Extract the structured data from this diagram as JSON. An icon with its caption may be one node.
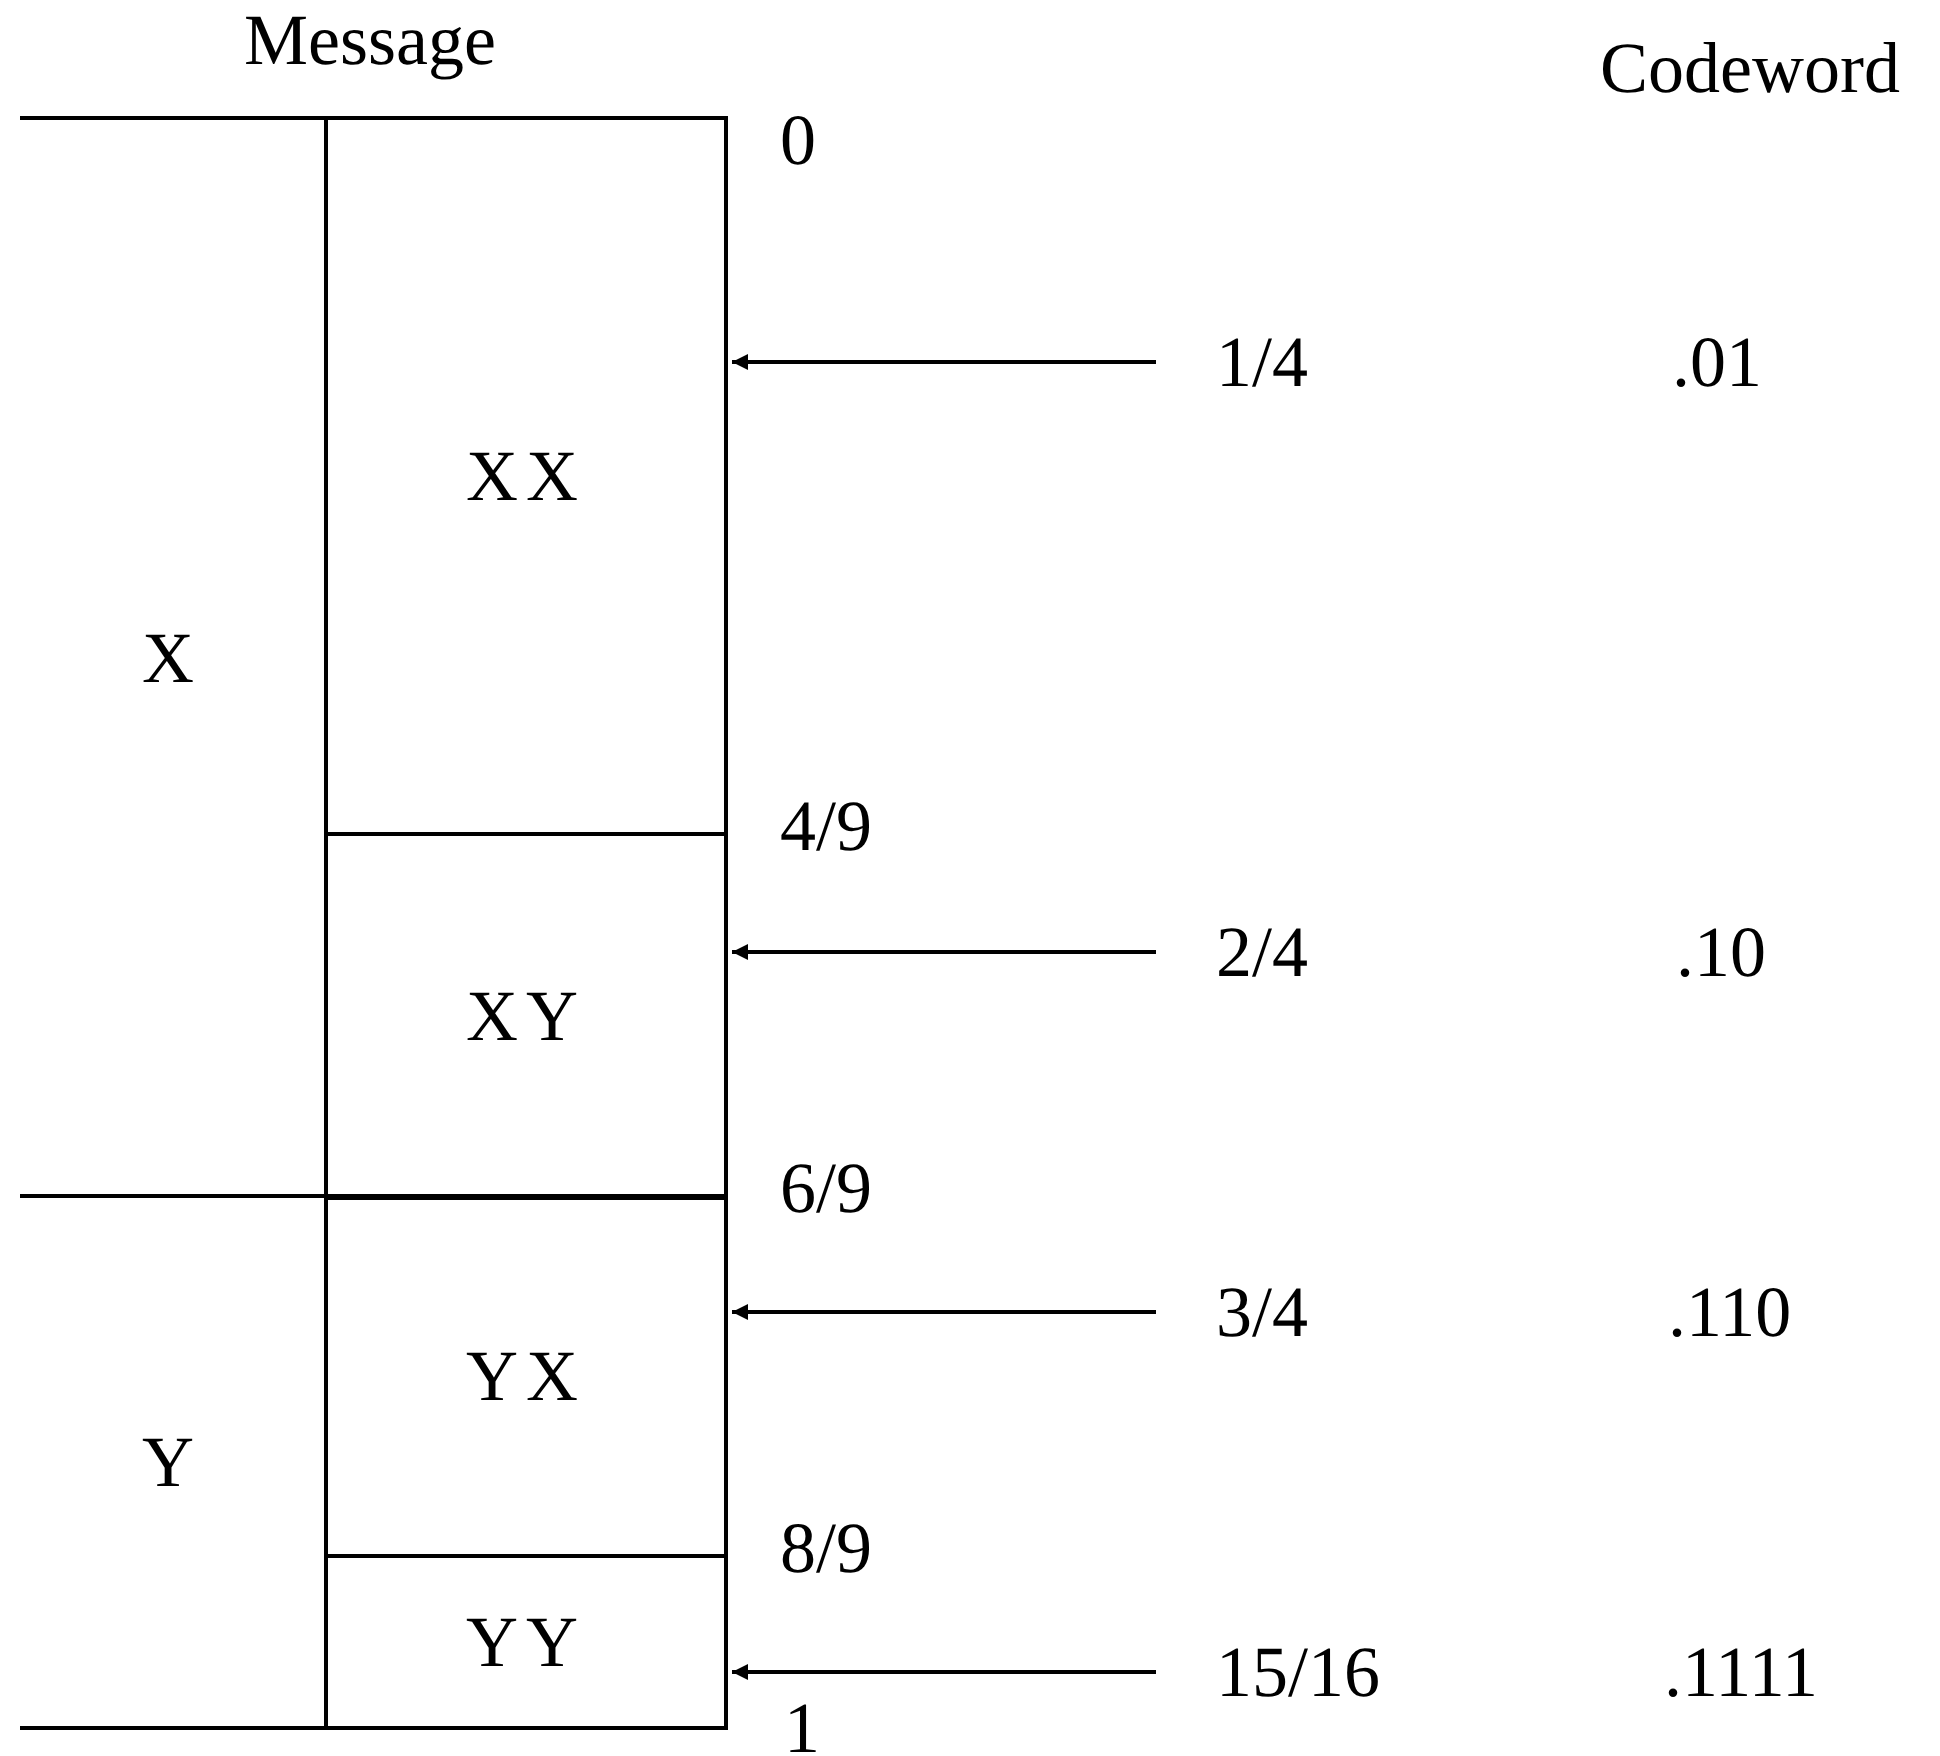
{
  "diagram": {
    "nodes": [
      {
        "text": [
          "X"
        ]
      },
      {
        "text": [
          "XX"
        ]
      },
      {
        "text": [
          "XY"
        ]
      },
      {
        "text": [
          "Y"
        ]
      },
      {
        "text": [
          "YX"
        ]
      },
      {
        "text": [
          "YY"
        ]
      },
      {
        "text": [
          "1/4"
        ]
      },
      {
        "text": [
          "2/4"
        ]
      },
      {
        "text": [
          "3/4"
        ]
      },
      {
        "text": [
          "15/16"
        ]
      }
    ],
    "edges": [
      {
        "from": 6,
        "to": 1,
        "arrow": "to"
      },
      {
        "from": 7,
        "to": 2,
        "arrow": "to"
      },
      {
        "from": 8,
        "to": 4,
        "arrow": "to"
      },
      {
        "from": 9,
        "to": 5,
        "arrow": "to"
      }
    ],
    "labels": [
      "Message",
      "Codeword",
      "0",
      ".01",
      "4/9",
      ".10",
      "6/9",
      ".110",
      "8/9",
      ".1111",
      "1"
    ]
  }
}
